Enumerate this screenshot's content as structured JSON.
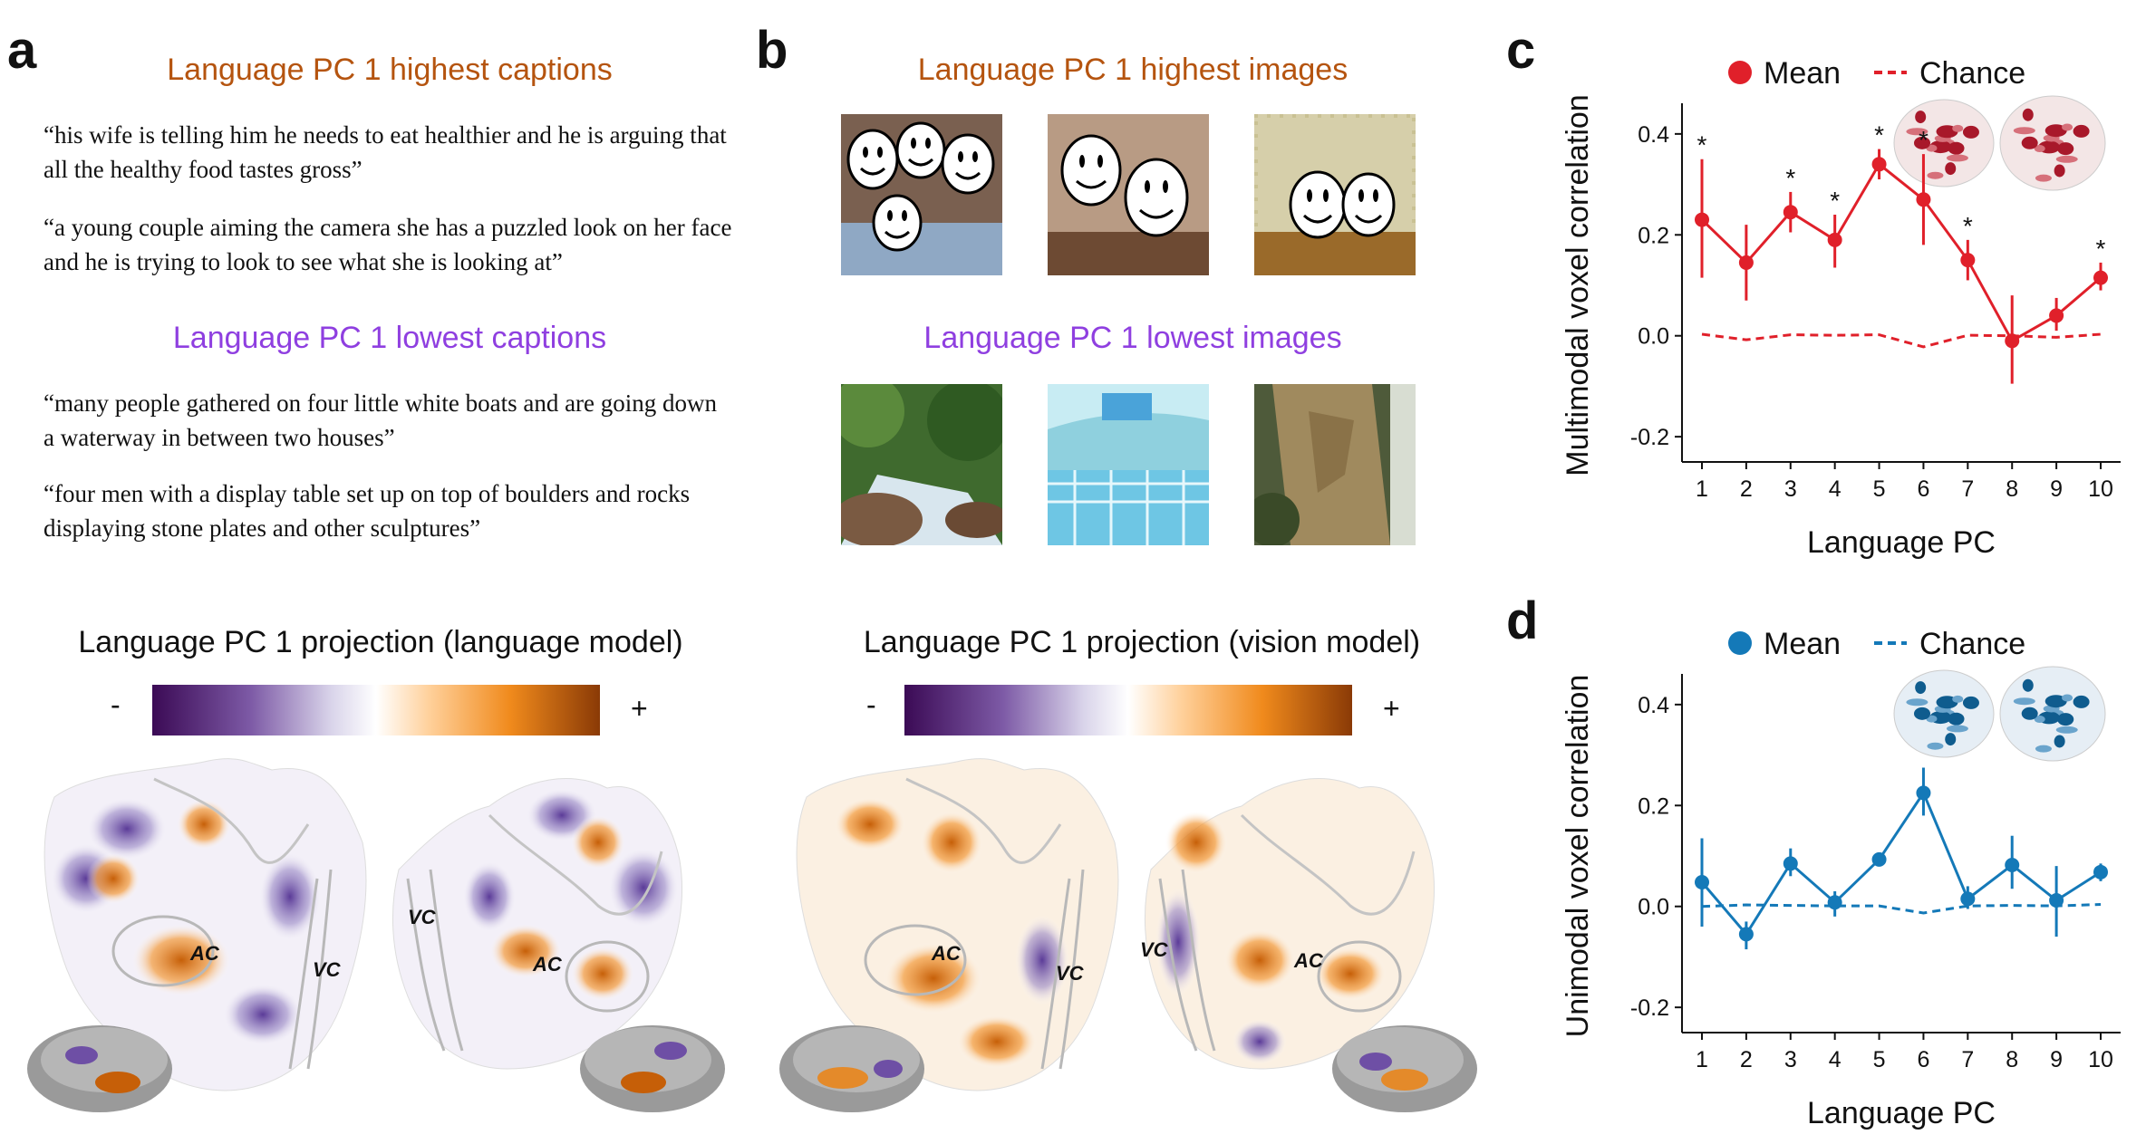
{
  "panels": {
    "a": "a",
    "b": "b",
    "c": "c",
    "d": "d"
  },
  "panel_a": {
    "highest_title": "Language PC 1 highest captions",
    "highest_captions": [
      "“his wife is telling him he needs to eat healthier and he is arguing that all the healthy food tastes gross”",
      "“a young couple aiming the camera she has a puzzled look on her face and he is trying to look to see what she is looking at”"
    ],
    "lowest_title": "Language PC 1 lowest captions",
    "lowest_captions": [
      "“many people gathered on four little white boats and are going down a waterway in between two houses”",
      "“four men with a display table set up on top of boulders and rocks displaying stone plates and other sculptures”"
    ],
    "projection_title": "Language PC 1 projection (language model)",
    "minus": "-",
    "plus": "+",
    "roi_labels": {
      "ac_left": "AC",
      "vc_left": "VC",
      "vc_right": "VC",
      "ac_right": "AC"
    }
  },
  "panel_b": {
    "highest_title": "Language PC 1 highest images",
    "lowest_title": "Language PC 1 lowest images",
    "projection_title": "Language PC 1 projection (vision model)",
    "minus": "-",
    "plus": "+",
    "roi_labels": {
      "ac_left": "AC",
      "vc_left": "VC",
      "vc_right": "VC",
      "ac_right": "AC"
    }
  },
  "colors": {
    "orange_title": "#b5540f",
    "purple_title": "#8f3fe0",
    "red_series": "#e0202a",
    "blue_series": "#1479b8",
    "cmap": [
      "#3b0a55",
      "#7d5aa6",
      "#d9d4ea",
      "#ffffff",
      "#ffd09a",
      "#f08a1c",
      "#8a3a06"
    ]
  },
  "chart_data": [
    {
      "type": "line",
      "panel": "c",
      "legend": [
        "Mean",
        "Chance"
      ],
      "legend_placement": "top",
      "xlabel": "Language PC",
      "ylabel": "Multimodal voxel correlation",
      "x": [
        1,
        2,
        3,
        4,
        5,
        6,
        7,
        8,
        9,
        10
      ],
      "xticks": [
        "1",
        "2",
        "3",
        "4",
        "5",
        "6",
        "7",
        "8",
        "9",
        "10"
      ],
      "yticks": [
        "0.4",
        "0.2",
        "0.0",
        "-0.2"
      ],
      "ytick_values": [
        0.4,
        0.2,
        0.0,
        -0.2
      ],
      "ylim": [
        -0.25,
        0.45
      ],
      "series": [
        {
          "name": "Mean",
          "style": "solid-with-markers",
          "values": [
            0.23,
            0.145,
            0.245,
            0.19,
            0.34,
            0.27,
            0.15,
            -0.01,
            0.04,
            0.115
          ],
          "err_low": [
            0.115,
            0.07,
            0.205,
            0.135,
            0.31,
            0.18,
            0.11,
            -0.095,
            0.01,
            0.09
          ],
          "err_high": [
            0.35,
            0.22,
            0.285,
            0.24,
            0.37,
            0.36,
            0.19,
            0.08,
            0.075,
            0.145
          ]
        },
        {
          "name": "Chance",
          "style": "dashed",
          "values": [
            0.003,
            -0.008,
            0.002,
            0.001,
            0.002,
            -0.022,
            0.001,
            0.0,
            -0.003,
            0.003
          ]
        }
      ],
      "significance": [
        1,
        3,
        4,
        5,
        6,
        7,
        10
      ],
      "marker": "*"
    },
    {
      "type": "line",
      "panel": "d",
      "legend": [
        "Mean",
        "Chance"
      ],
      "legend_placement": "top",
      "xlabel": "Language PC",
      "ylabel": "Unimodal voxel correlation",
      "x": [
        1,
        2,
        3,
        4,
        5,
        6,
        7,
        8,
        9,
        10
      ],
      "xticks": [
        "1",
        "2",
        "3",
        "4",
        "5",
        "6",
        "7",
        "8",
        "9",
        "10"
      ],
      "yticks": [
        "0.4",
        "0.2",
        "0.0",
        "-0.2"
      ],
      "ytick_values": [
        0.4,
        0.2,
        0.0,
        -0.2
      ],
      "ylim": [
        -0.25,
        0.45
      ],
      "series": [
        {
          "name": "Mean",
          "style": "solid-with-markers",
          "values": [
            0.048,
            -0.055,
            0.085,
            0.008,
            0.093,
            0.225,
            0.015,
            0.082,
            0.012,
            0.068
          ],
          "err_low": [
            -0.04,
            -0.085,
            0.06,
            -0.02,
            0.085,
            0.18,
            -0.005,
            0.035,
            -0.06,
            0.05
          ],
          "err_high": [
            0.135,
            -0.03,
            0.115,
            0.03,
            0.1,
            0.275,
            0.04,
            0.14,
            0.08,
            0.085
          ]
        },
        {
          "name": "Chance",
          "style": "dashed",
          "values": [
            0.0,
            0.003,
            0.002,
            0.001,
            0.001,
            -0.013,
            0.001,
            0.002,
            0.001,
            0.004
          ]
        }
      ],
      "significance": [],
      "marker": "*"
    }
  ]
}
